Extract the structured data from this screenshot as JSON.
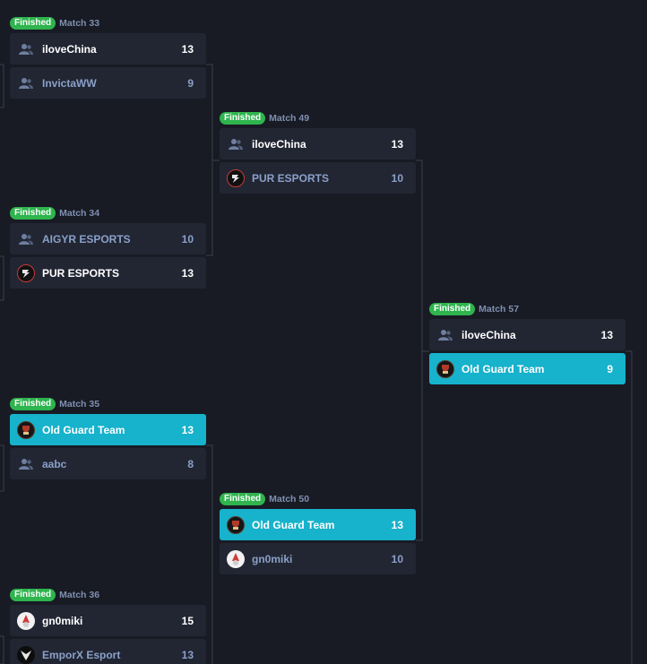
{
  "colors": {
    "background": "#181b24",
    "row": "#222633",
    "highlight": "#17b2cb",
    "finished": "#2fb44e",
    "muted_text": "#8aa0c8",
    "connector": "#3a3f4d"
  },
  "matches": [
    {
      "status": "Finished",
      "label": "Match 33",
      "teams": [
        {
          "name": "iloveChina",
          "score": "13",
          "icon": "user-group-icon",
          "winner": true,
          "highlight": false
        },
        {
          "name": "InvictaWW",
          "score": "9",
          "icon": "user-group-icon",
          "winner": false,
          "highlight": false
        }
      ]
    },
    {
      "status": "Finished",
      "label": "Match 34",
      "teams": [
        {
          "name": "AIGYR ESPORTS",
          "score": "10",
          "icon": "user-group-icon",
          "winner": false,
          "highlight": false
        },
        {
          "name": "PUR ESPORTS",
          "score": "13",
          "icon": "pur-esports-logo-icon",
          "winner": true,
          "highlight": false
        }
      ]
    },
    {
      "status": "Finished",
      "label": "Match 35",
      "teams": [
        {
          "name": "Old Guard Team",
          "score": "13",
          "icon": "old-guard-logo-icon",
          "winner": true,
          "highlight": true
        },
        {
          "name": "aabc",
          "score": "8",
          "icon": "user-group-icon",
          "winner": false,
          "highlight": false
        }
      ]
    },
    {
      "status": "Finished",
      "label": "Match 36",
      "teams": [
        {
          "name": "gn0miki",
          "score": "15",
          "icon": "gnome-avatar-icon",
          "winner": true,
          "highlight": false
        },
        {
          "name": "EmporX Esport",
          "score": "13",
          "icon": "emporx-logo-icon",
          "winner": false,
          "highlight": false
        }
      ]
    },
    {
      "status": "Finished",
      "label": "Match 49",
      "teams": [
        {
          "name": "iloveChina",
          "score": "13",
          "icon": "user-group-icon",
          "winner": true,
          "highlight": false
        },
        {
          "name": "PUR ESPORTS",
          "score": "10",
          "icon": "pur-esports-logo-icon",
          "winner": false,
          "highlight": false
        }
      ]
    },
    {
      "status": "Finished",
      "label": "Match 50",
      "teams": [
        {
          "name": "Old Guard Team",
          "score": "13",
          "icon": "old-guard-logo-icon",
          "winner": true,
          "highlight": true
        },
        {
          "name": "gn0miki",
          "score": "10",
          "icon": "gnome-avatar-icon",
          "winner": false,
          "highlight": false
        }
      ]
    },
    {
      "status": "Finished",
      "label": "Match 57",
      "teams": [
        {
          "name": "iloveChina",
          "score": "13",
          "icon": "user-group-icon",
          "winner": true,
          "highlight": false
        },
        {
          "name": "Old Guard Team",
          "score": "9",
          "icon": "old-guard-logo-icon",
          "winner": false,
          "highlight": true
        }
      ]
    }
  ]
}
